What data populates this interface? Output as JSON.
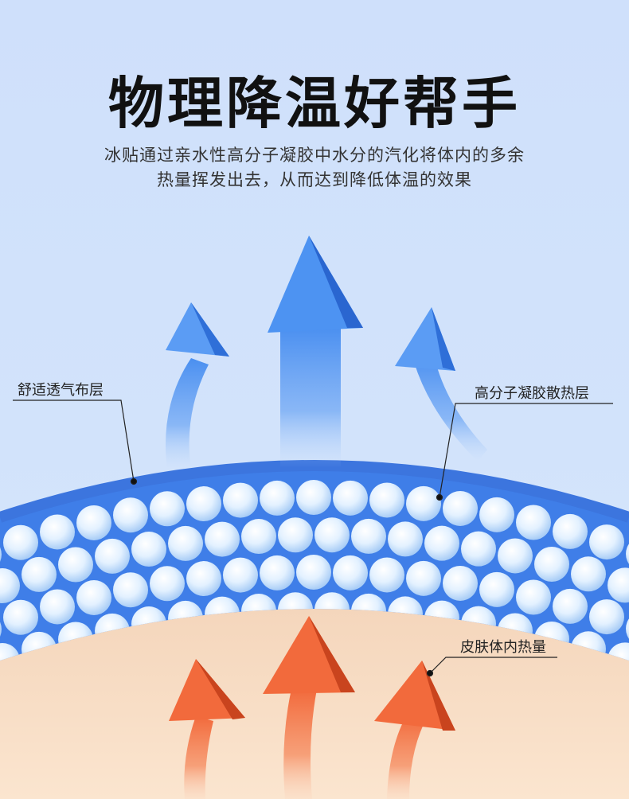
{
  "title": "物理降温好帮手",
  "subtitle_line1": "冰贴通过亲水性高分子凝胶中水分的汽化将体内的多余",
  "subtitle_line2": "热量挥发出去，从而达到降低体温的效果",
  "labels": {
    "breathable_layer": "舒适透气布层",
    "gel_layer": "高分子凝胶散热层",
    "skin_heat": "皮肤体内热量"
  },
  "colors": {
    "background": "#cfe0fb",
    "cool_arrow": "#4a8ff0",
    "warm_arrow": "#f26a3c",
    "skin": "#f8dcc0",
    "gel_band": "#3f7ee8",
    "gel_bead": "#d6ecff"
  }
}
